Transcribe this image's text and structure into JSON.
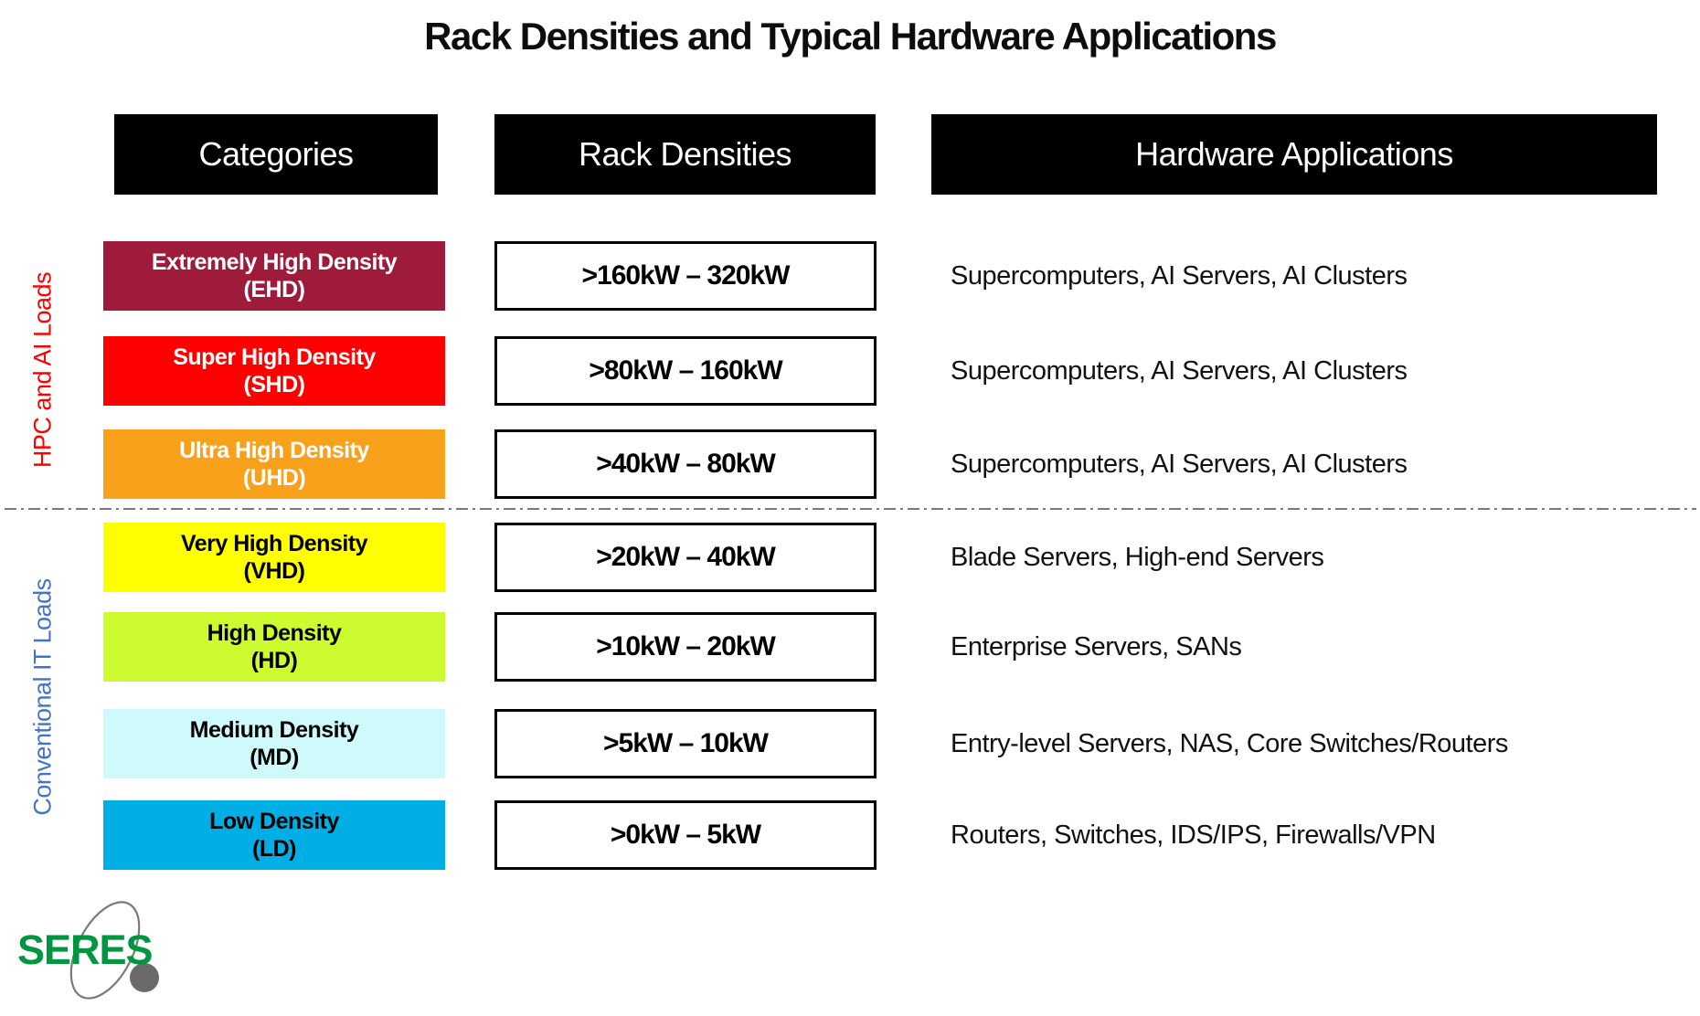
{
  "title": "Rack Densities and Typical Hardware Applications",
  "headers": {
    "categories": "Categories",
    "densities": "Rack Densities",
    "applications": "Hardware Applications"
  },
  "groups": {
    "hpc": {
      "label": "HPC and AI Loads",
      "color": "#FF0000"
    },
    "conventional": {
      "label": "Conventional IT Loads",
      "color": "#4472C4"
    }
  },
  "rows": [
    {
      "category": "Extremely High Density",
      "abbr": "(EHD)",
      "box_color": "#9E1B3C",
      "text_color": "#FFFFFF",
      "density": ">160kW – 320kW",
      "applications": "Supercomputers, AI Servers, AI Clusters"
    },
    {
      "category": "Super High Density",
      "abbr": "(SHD)",
      "box_color": "#FE0000",
      "text_color": "#FFFFFF",
      "density": ">80kW – 160kW",
      "applications": "Supercomputers, AI Servers, AI Clusters"
    },
    {
      "category": "Ultra High Density",
      "abbr": "(UHD)",
      "box_color": "#F9A11B",
      "text_color": "#FFFFFF",
      "density": ">40kW – 80kW",
      "applications": "Supercomputers, AI Servers, AI Clusters"
    },
    {
      "category": "Very High Density",
      "abbr": "(VHD)",
      "box_color": "#FFFF00",
      "text_color": "#000000",
      "density": ">20kW – 40kW",
      "applications": "Blade Servers, High-end Servers"
    },
    {
      "category": "High Density",
      "abbr": "(HD)",
      "box_color": "#CCFB30",
      "text_color": "#000000",
      "density": ">10kW – 20kW",
      "applications": "Enterprise Servers, SANs"
    },
    {
      "category": "Medium Density",
      "abbr": "(MD)",
      "box_color": "#CFFAFC",
      "text_color": "#000000",
      "density": ">5kW – 10kW",
      "applications": "Entry-level Servers, NAS, Core Switches/Routers"
    },
    {
      "category": "Low Density",
      "abbr": "(LD)",
      "box_color": "#00AEE6",
      "text_color": "#000000",
      "density": ">0kW – 5kW",
      "applications": "Routers, Switches, IDS/IPS, Firewalls/VPN"
    }
  ],
  "logo": {
    "text": "SERES",
    "color": "#009640",
    "orbit_color": "#7A7A7A",
    "satellite_color": "#6A6A6A"
  }
}
